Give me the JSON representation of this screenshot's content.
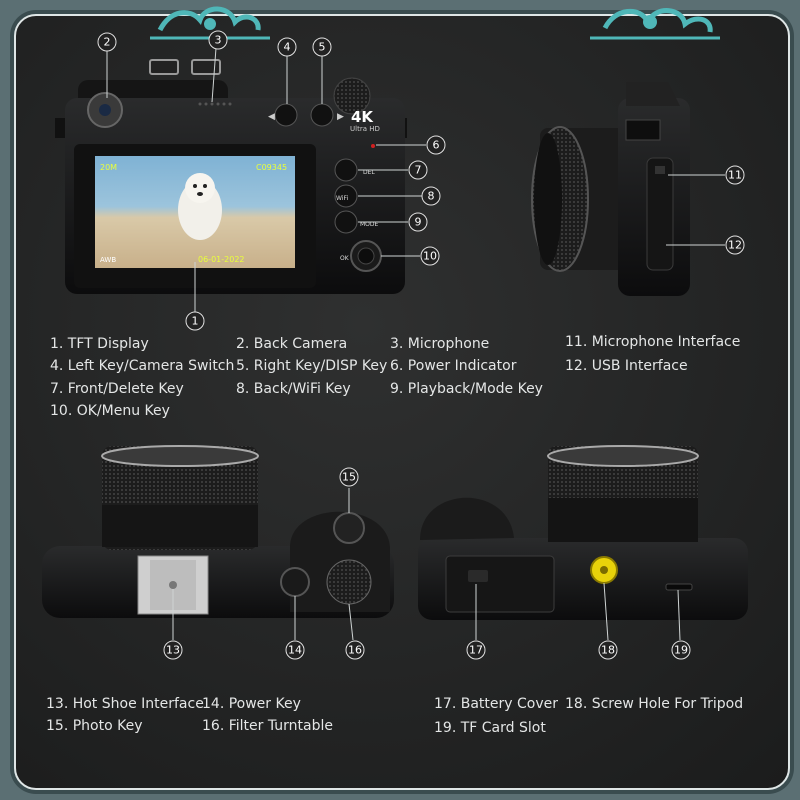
{
  "display": {
    "badge_4k": "4K",
    "badge_ultra": "Ultra HD",
    "key_del": "DEL",
    "key_wifi": "WiFi",
    "key_mode": "MODE",
    "key_ok": "OK",
    "screen_counter": "C09345",
    "screen_date": "06-01-2022",
    "screen_res": "20M",
    "screen_awb": "AWB"
  },
  "markers": [
    "1",
    "2",
    "3",
    "4",
    "5",
    "6",
    "7",
    "8",
    "9",
    "10",
    "11",
    "12",
    "13",
    "14",
    "15",
    "16",
    "17",
    "18",
    "19"
  ],
  "legend_top": [
    "1. TFT Display",
    "2. Back Camera",
    "3. Microphone",
    "4. Left Key/Camera Switch",
    "5. Right Key/DISP Key",
    "6. Power Indicator",
    "7. Front/Delete Key",
    "8. Back/WiFi Key",
    "9. Playback/Mode Key",
    "10. OK/Menu Key",
    "11. Microphone Interface",
    "12. USB Interface"
  ],
  "legend_bottom": [
    "13. Hot Shoe Interface",
    "14. Power Key",
    "15. Photo Key",
    "16. Filter Turntable",
    "17. Battery Cover",
    "18. Screw Hole For Tripod",
    "19. TF Card Slot"
  ],
  "colors": {
    "frame_border": "#dfe6e6",
    "ornament": "#4fb7b8",
    "tripod_screw": "#e8d20a",
    "screen_sky": "#7fb2d4"
  }
}
